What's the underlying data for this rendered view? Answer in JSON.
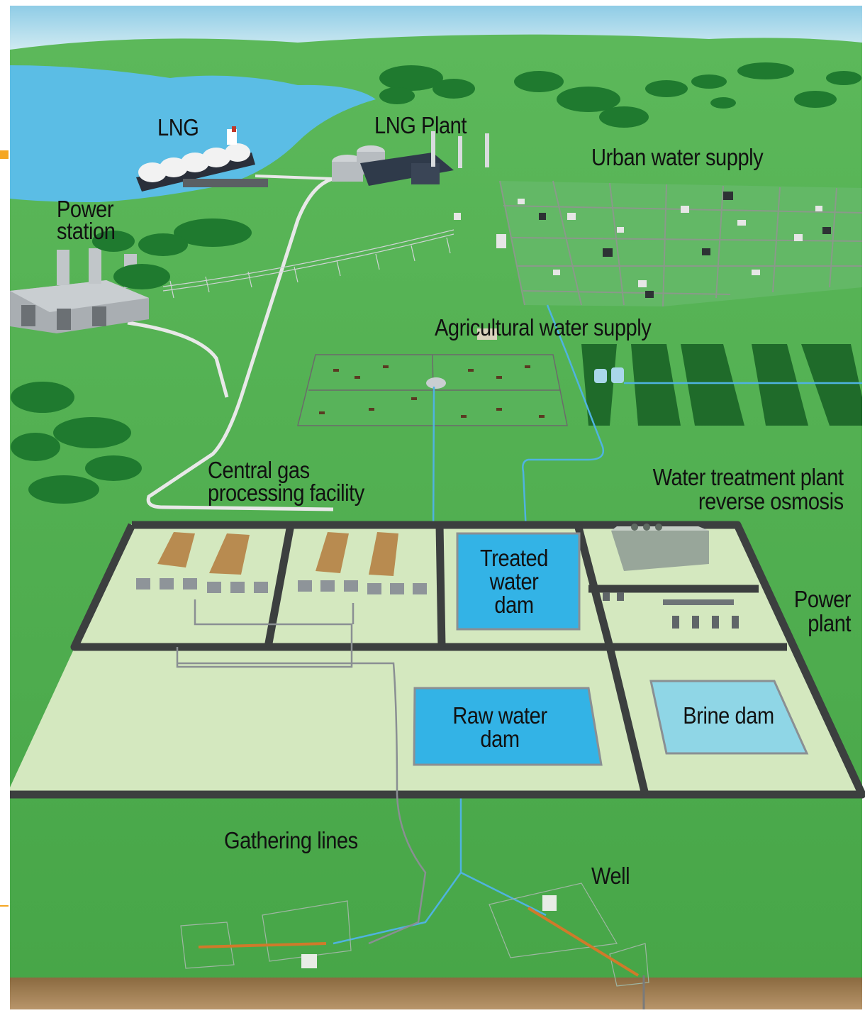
{
  "labels": {
    "lng": "LNG",
    "lng_plant": "LNG Plant",
    "urban_water_supply": "Urban water supply",
    "power_station_line1": "Power",
    "power_station_line2": "station",
    "agricultural_water_supply": "Agricultural water supply",
    "central_gas_line1": "Central gas",
    "central_gas_line2": "processing facility",
    "water_treatment_line1": "Water treatment plant",
    "water_treatment_line2": "reverse osmosis",
    "treated_line1": "Treated",
    "treated_line2": "water",
    "treated_line3": "dam",
    "power_plant_line1": "Power",
    "power_plant_line2": "plant",
    "raw_line1": "Raw water",
    "raw_line2": "dam",
    "brine_dam": "Brine dam",
    "gathering_lines": "Gathering lines",
    "well": "Well"
  },
  "colors": {
    "grass": "#4cae4f",
    "sky": "#b9e1ee",
    "lake": "#5bbde5",
    "water_dam": "#33b3e6",
    "brine_dam": "#8fd6e6",
    "facility_pad": "#d4e8bf",
    "road": "#3c3f3f",
    "tree": "#1e7a2e",
    "pipe_water": "#4fb3e0",
    "pipe_gas": "#e8e8e8",
    "soil": "#9a7a4f",
    "accent_mark": "#f5a623"
  }
}
